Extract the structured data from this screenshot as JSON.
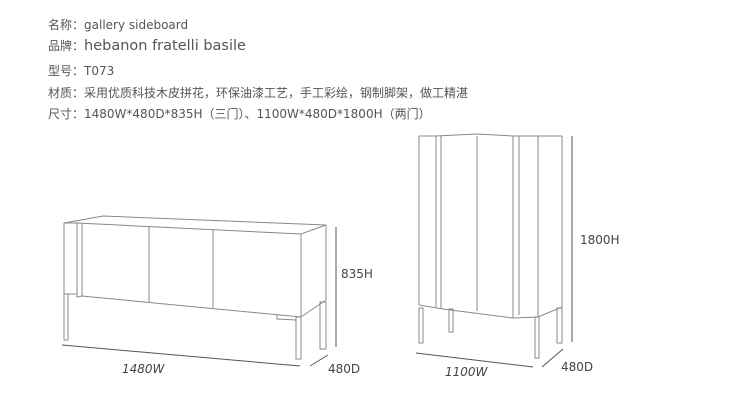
{
  "specs": [
    {
      "key": "名称：",
      "value": "gallery sideboard"
    },
    {
      "key": "品牌：",
      "value": "hebanon fratelli basile"
    },
    {
      "key": "型号：",
      "value": "T073"
    },
    {
      "key": "材质：",
      "value": "采用优质科技木皮拼花，环保油漆工艺，手工彩绘，钢制脚架，做工精湛"
    },
    {
      "key": "尺寸：",
      "value": "1480W*480D*835H（三门）、1100W*480D*1800H（两门）"
    }
  ],
  "sideboard": {
    "height": "835H",
    "width": "1480W",
    "depth": "480D"
  },
  "cabinet": {
    "height": "1800H",
    "width": "1100W",
    "depth": "480D"
  },
  "colors": {
    "text": "#555555",
    "stroke": "#777777"
  }
}
